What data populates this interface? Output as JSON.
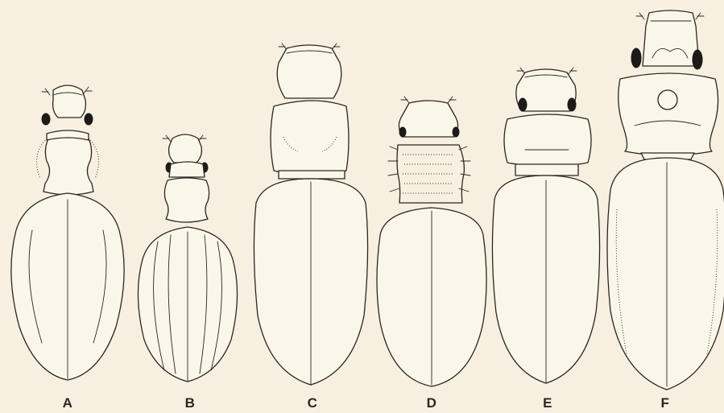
{
  "plate": {
    "background": "#f7efe0",
    "ink": "#2b2622",
    "figures": [
      {
        "label": "A"
      },
      {
        "label": "B"
      },
      {
        "label": "C"
      },
      {
        "label": "D"
      },
      {
        "label": "E"
      },
      {
        "label": "F"
      }
    ]
  }
}
